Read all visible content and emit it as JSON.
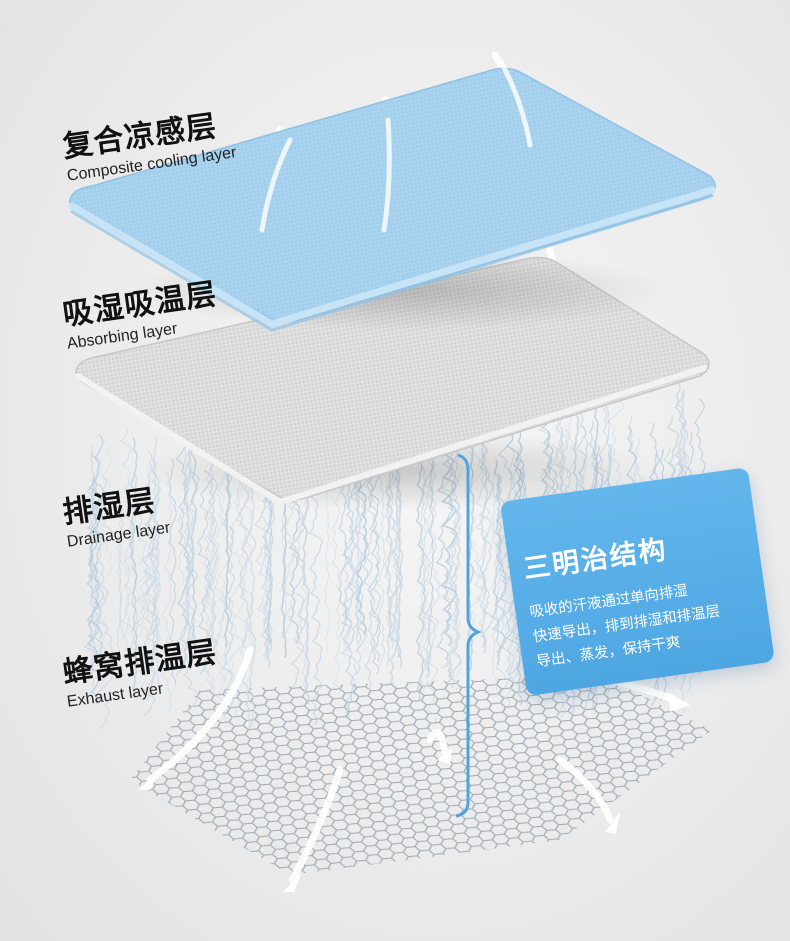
{
  "layers": [
    {
      "zh": "复合凉感层",
      "en": "Composite cooling layer"
    },
    {
      "zh": "吸湿吸温层",
      "en": "Absorbing layer"
    },
    {
      "zh": "排湿层",
      "en": "Drainage layer"
    },
    {
      "zh": "蜂窝排温层",
      "en": "Exhaust layer"
    }
  ],
  "callout": {
    "title": "三明治结构",
    "lines": [
      "吸收的汗液通过单向排湿",
      "快速导出，排到排湿和排温层",
      "导出、蒸发，保持干爽"
    ]
  },
  "colors": {
    "cooling_layer": "#a9d3ee",
    "absorbing_layer": "#dedede",
    "callout_bg": "#5aaee6",
    "bracket": "#4ea4e0"
  }
}
